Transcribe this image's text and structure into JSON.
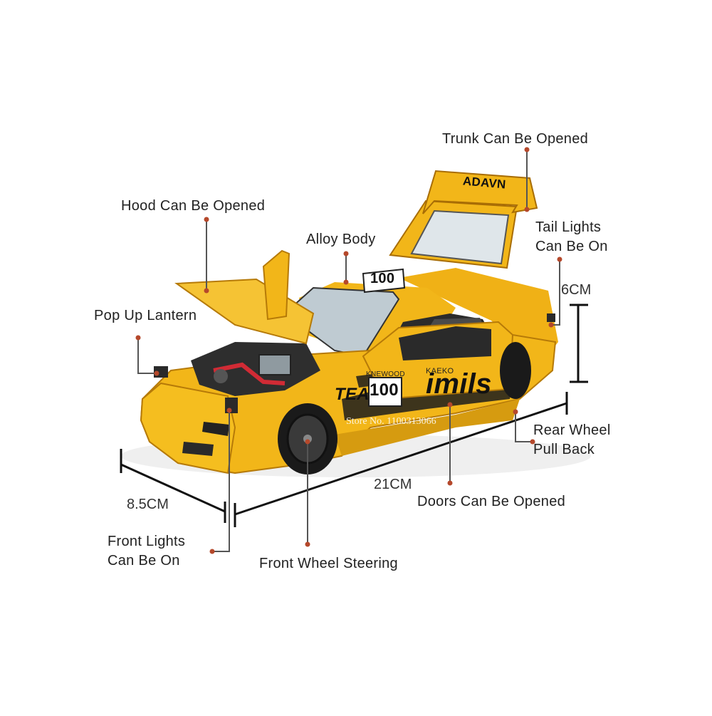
{
  "labels": {
    "trunk": "Trunk Can Be Opened",
    "hood": "Hood Can Be Opened",
    "alloy": "Alloy Body",
    "tail_1": "Tail Lights",
    "tail_2": "Can Be On",
    "popup": "Pop Up Lantern",
    "rear_1": "Rear Wheel",
    "rear_2": "Pull Back",
    "doors": "Doors Can Be Opened",
    "front_lights_1": "Front Lights",
    "front_lights_2": "Can Be On",
    "steering": "Front Wheel Steering"
  },
  "dimensions": {
    "height": "6CM",
    "width": "8.5CM",
    "length": "21CM"
  },
  "car_graphics": {
    "wing_text": "ADAVN",
    "roof_number": "100",
    "door_number": "100",
    "sponsor_1": "KNEWOOD",
    "sponsor_2": "KAEKO",
    "side_script": "imils",
    "team_text": "TEA"
  },
  "watermark": "Store No. 1100313066",
  "colors": {
    "body_yellow": "#f2b619",
    "body_shadow": "#c98a0b",
    "annotation_line": "#555555",
    "annotation_dot": "#b5482b"
  }
}
